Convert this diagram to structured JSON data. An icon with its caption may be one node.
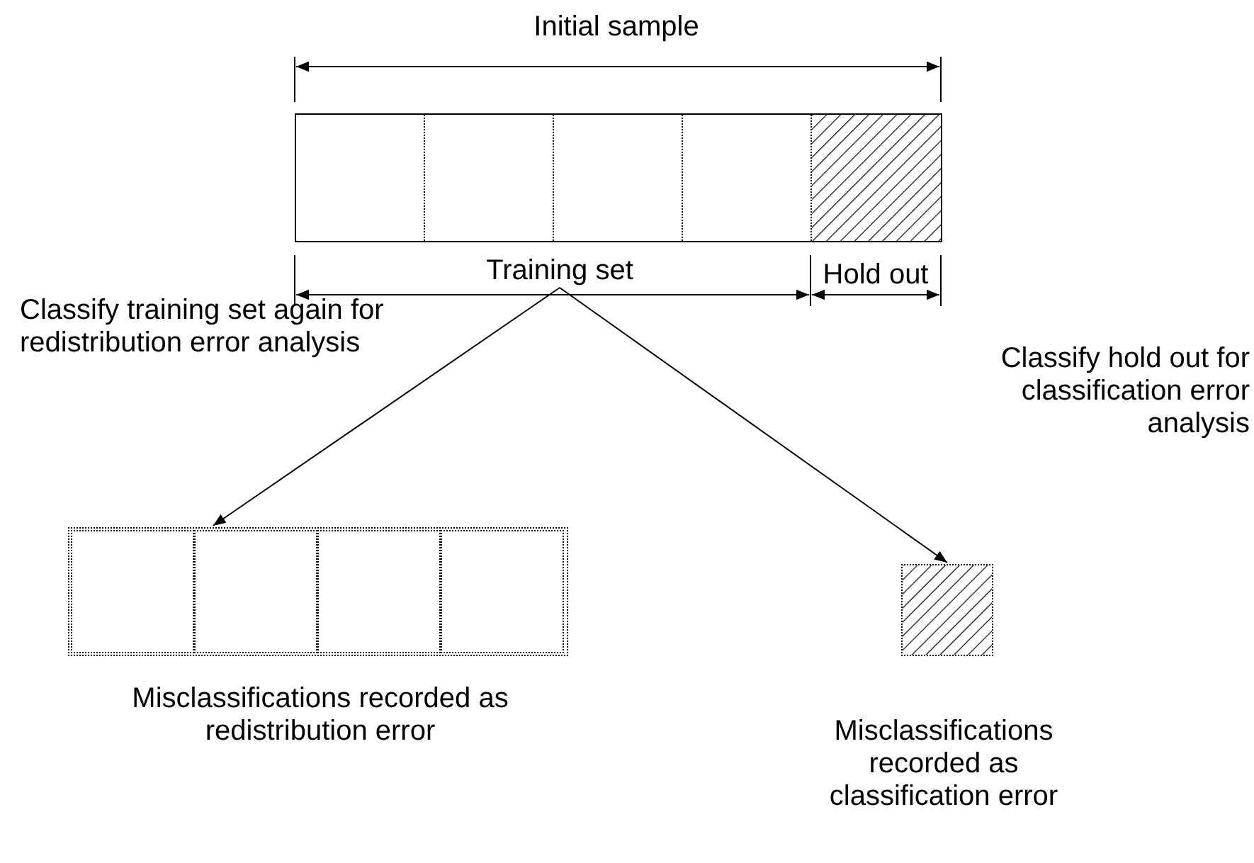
{
  "diagram": {
    "nodes": [
      {
        "text": [],
        "shape": "bar"
      },
      {
        "text": [],
        "shape": "box",
        "in": 0
      },
      {
        "text": [],
        "shape": "box",
        "in": 0
      },
      {
        "text": [],
        "shape": "box",
        "in": 0
      },
      {
        "text": [],
        "shape": "box",
        "in": 0
      },
      {
        "text": [],
        "shape": "box",
        "in": 0
      },
      {
        "text": [
          "Training set"
        ]
      },
      {
        "text": [],
        "shape": "box",
        "beside": [
          "Misclassifications recorded as redistribution error"
        ]
      },
      {
        "text": [],
        "shape": "box",
        "in": 7
      },
      {
        "text": [],
        "shape": "box",
        "in": 7
      },
      {
        "text": [],
        "shape": "box",
        "in": 7
      },
      {
        "text": [],
        "shape": "box",
        "in": 7
      },
      {
        "text": [],
        "shape": "box",
        "beside": [
          "Misclassifications recorded as classification error"
        ]
      }
    ],
    "edges": [
      {
        "from": 6,
        "to": 7,
        "arrow": "to",
        "label": "Classify training set again for redistribution error analysis"
      },
      {
        "from": 6,
        "to": 12,
        "arrow": "to",
        "label": "Classify hold out for classification error analysis"
      }
    ],
    "labels": [
      "Initial sample",
      "Hold out"
    ]
  }
}
